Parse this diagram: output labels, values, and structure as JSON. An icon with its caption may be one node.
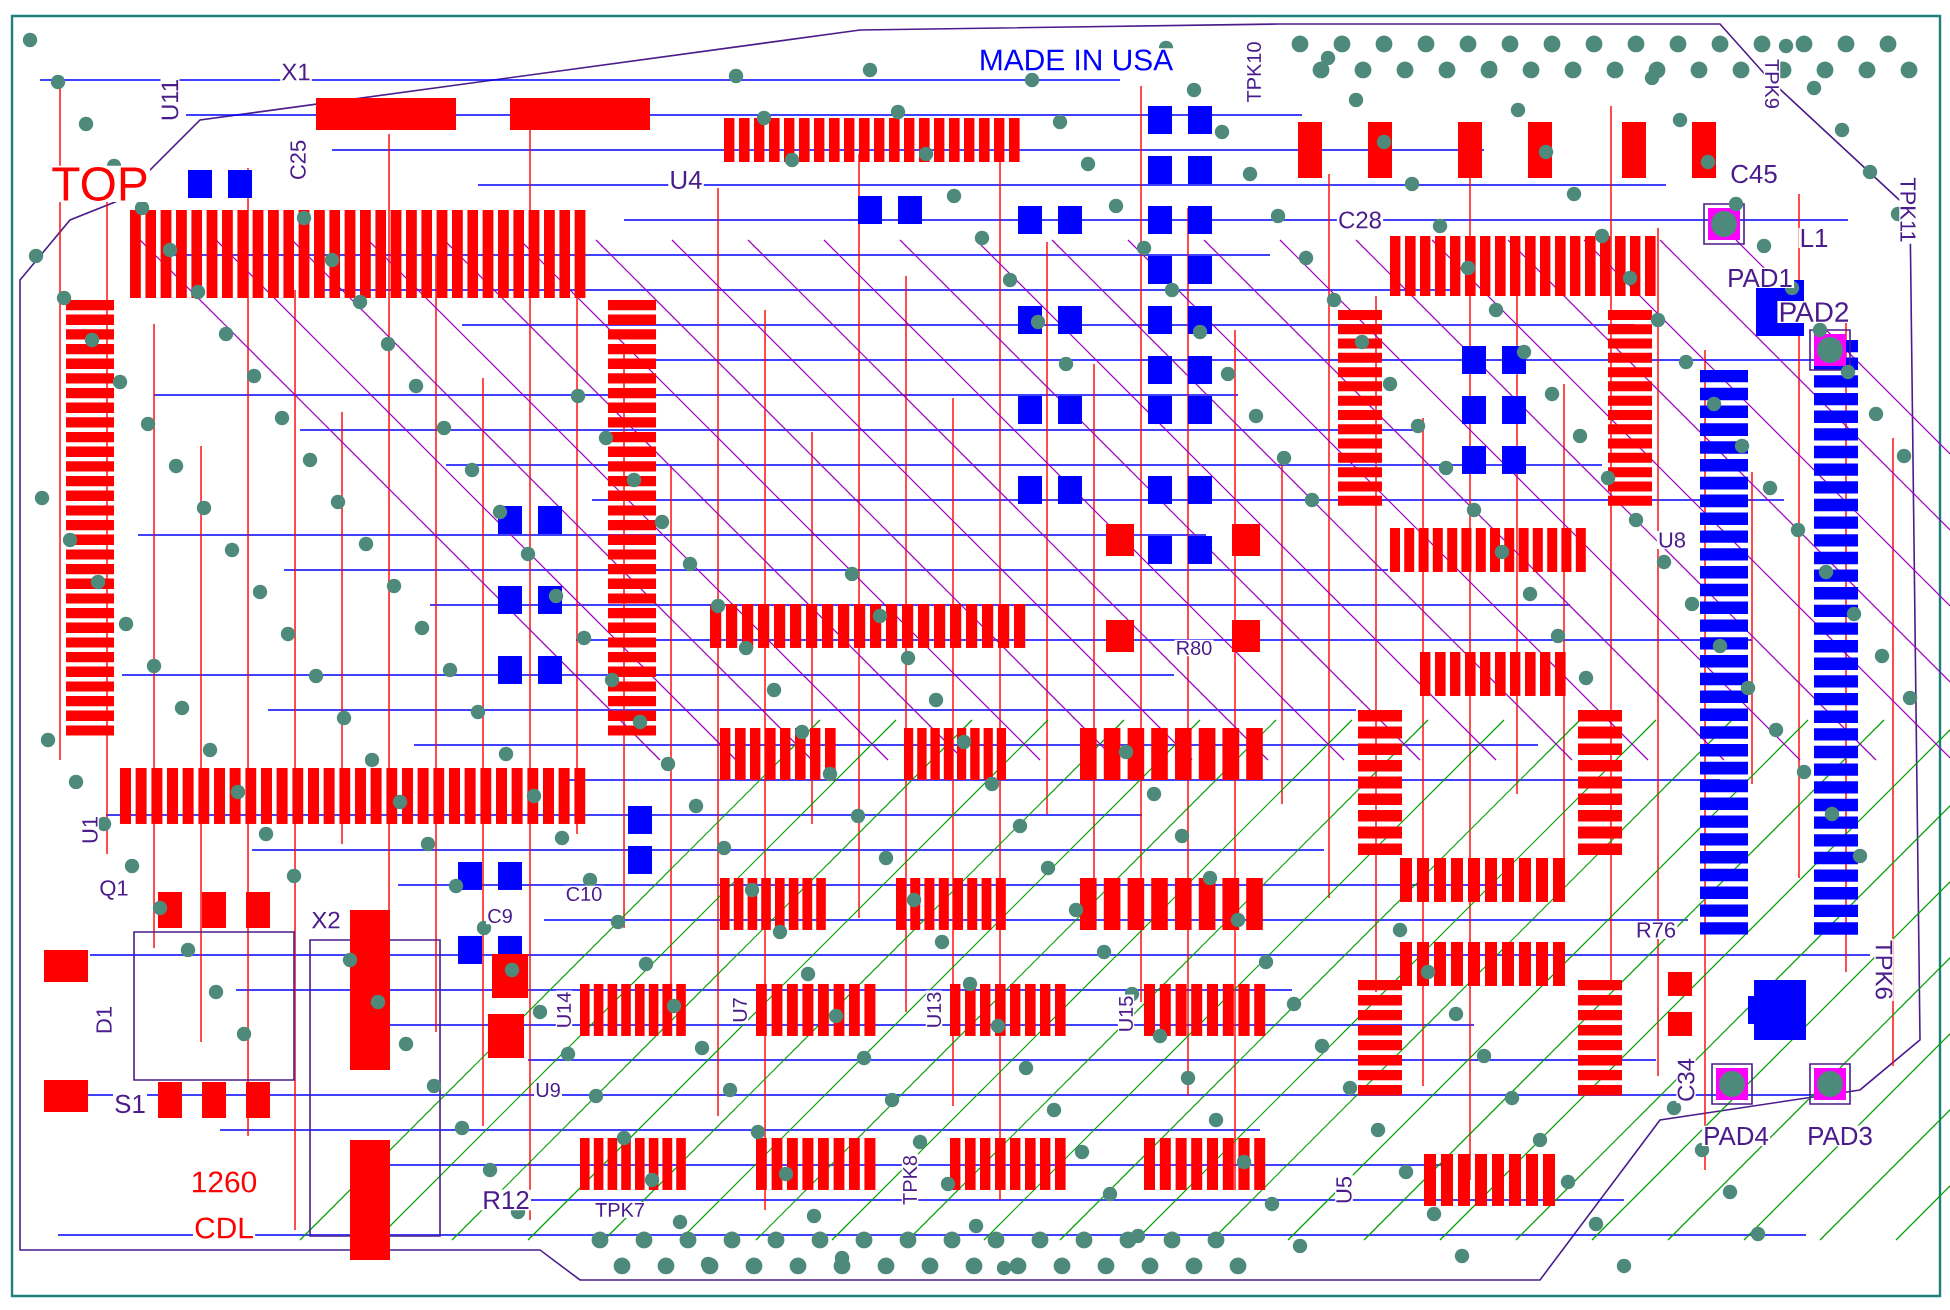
{
  "diagram": {
    "labels": [
      "U11",
      "X1",
      "MADE IN USA",
      "TPK10",
      "TPK9",
      "TOP",
      "C25",
      "U4",
      "C45",
      "C28",
      "L1",
      "TPK11",
      "PAD1",
      "PAD2",
      "U8",
      "R80",
      "U1",
      "Q1",
      "X2",
      "C9",
      "C10",
      "R76",
      "TPK6",
      "D1",
      "U14",
      "U7",
      "U13",
      "U15",
      "S1",
      "U9",
      "C34",
      "PAD4",
      "PAD3",
      "1260",
      "R12",
      "TPK7",
      "TPK8",
      "U5",
      "CDL"
    ]
  }
}
